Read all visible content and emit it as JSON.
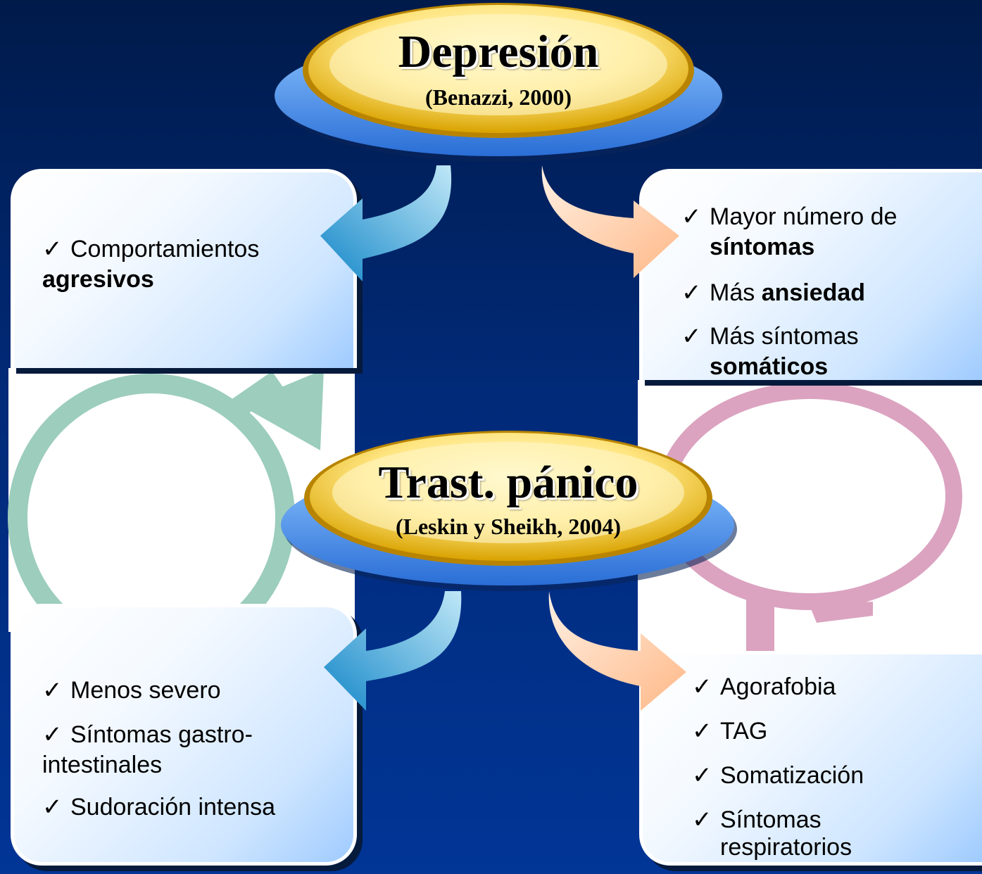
{
  "top": {
    "title": "Depresión",
    "citation": "(Benazzi, 2000)"
  },
  "middle": {
    "title": "Trast. pánico",
    "citation": "(Leskin y Sheikh, 2004)"
  },
  "top_left": {
    "items": [
      {
        "check": "✓",
        "text": "Comportamientos",
        "bold": "agresivos"
      }
    ]
  },
  "top_right": {
    "items": [
      {
        "check": "✓",
        "text": "Mayor número de",
        "bold": "síntomas"
      },
      {
        "check": "✓",
        "text": "Más",
        "bold": "ansiedad"
      },
      {
        "check": "✓",
        "text": "Más síntomas",
        "bold": "somáticos"
      }
    ]
  },
  "bottom_left": {
    "items": [
      {
        "check": "✓",
        "text": "Menos severo"
      },
      {
        "check": "✓",
        "text": "Síntomas gastro-",
        "cont": "intestinales"
      },
      {
        "check": "✓",
        "text": "Sudoración intensa"
      }
    ]
  },
  "bottom_right": {
    "items": [
      {
        "check": "✓",
        "text": "Agorafobia"
      },
      {
        "check": "✓",
        "text": "TAG"
      },
      {
        "check": "✓",
        "text": "Somatización"
      },
      {
        "check": "✓",
        "text": "Síntomas",
        "cont": "respiratorios"
      }
    ]
  },
  "colors": {
    "background": "#012a78",
    "ellipse_gold": "#f1c232",
    "ellipse_blue": "#3f8ae6",
    "male_symbol": "#8fc9b8",
    "female_symbol": "#d89ab8",
    "arrow_left": "#1e8fd0",
    "arrow_right": "#ffc79c"
  },
  "icons": [
    "male-symbol-icon",
    "female-symbol-icon",
    "curved-arrow-left-icon",
    "curved-arrow-right-icon"
  ]
}
